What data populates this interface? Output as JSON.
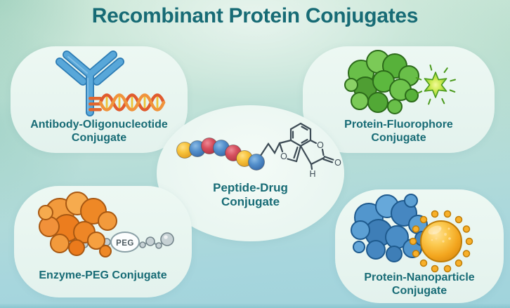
{
  "title": "Recombinant Protein Conjugates",
  "palette": {
    "heading_teal": "#176b75",
    "card_bg": "#e9f5f0",
    "antibody_blue": "#58a7d9",
    "dna_orange": "#e05a2e",
    "dna_light_orange": "#f0933c",
    "dna_rung_yellow": "#eec437",
    "protein_green": "#5cb83e",
    "fluorophore_green": "#cdeb52",
    "enzyme_orange": "#ee8826",
    "peg_gray": "#c6d1d4",
    "protein_blue": "#4a8dc6",
    "nanoparticle_gold": "#f3a61f",
    "bead_yellow": "#f7c33c",
    "bead_blue": "#5490cc",
    "bead_red": "#d6505f"
  },
  "cards": {
    "antibody_oligonucleotide": {
      "line1": "Antibody-Oligonucleotide",
      "line2": "Conjugate"
    },
    "protein_fluorophore": {
      "line1": "Protein-Fluorophore",
      "line2": "Conjugate"
    },
    "peptide_drug": {
      "line1": "Peptide-Drug",
      "line2": "Conjugate"
    },
    "enzyme_peg": {
      "label": "Enzyme-PEG Conjugate"
    },
    "protein_nanoparticle": {
      "line1": "Protein-Nanoparticle",
      "line2": "Conjugate"
    }
  },
  "peg_tag": "PEG",
  "chem": {
    "o_left": "O",
    "o_ring": "O",
    "o_carbonyl": "O",
    "h": "H"
  }
}
